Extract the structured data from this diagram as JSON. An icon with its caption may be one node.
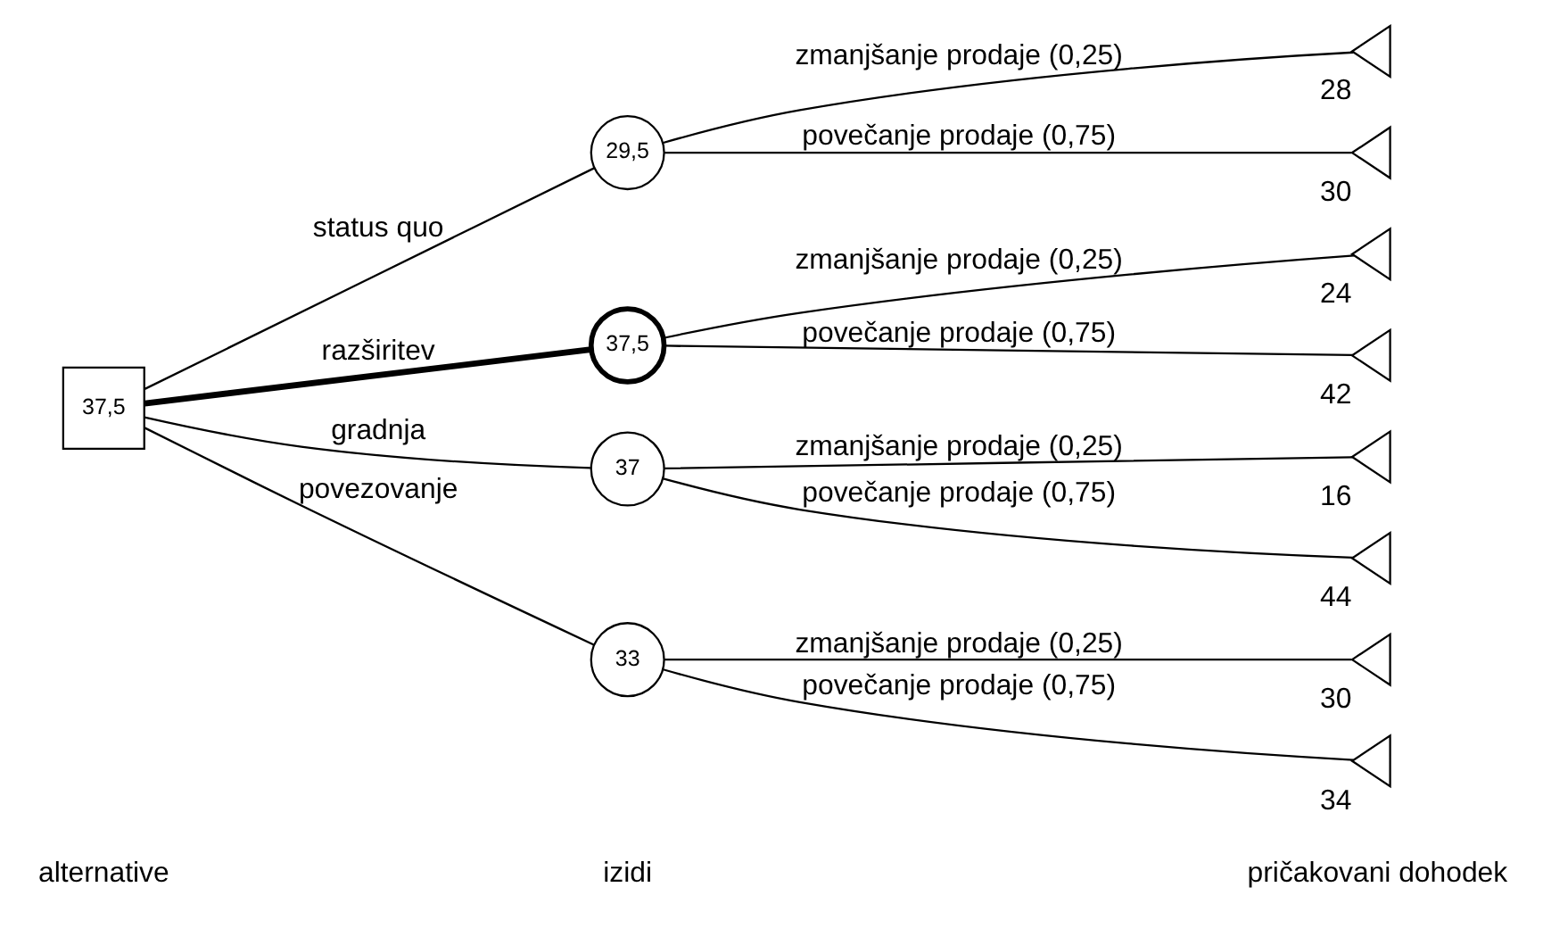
{
  "diagram": {
    "nodes": [
      {
        "text": [
          "37,5"
        ]
      },
      {
        "text": [
          "29,5"
        ]
      },
      {
        "text": [
          "37,5"
        ]
      },
      {
        "text": [
          "37"
        ]
      },
      {
        "text": [
          "33"
        ]
      },
      {
        "text": [],
        "shape": "triangle",
        "beside": [
          "28"
        ]
      },
      {
        "text": [],
        "shape": "triangle",
        "beside": [
          "30"
        ]
      },
      {
        "text": [],
        "shape": "triangle",
        "beside": [
          "24"
        ]
      },
      {
        "text": [],
        "shape": "triangle",
        "beside": [
          "42"
        ]
      },
      {
        "text": [],
        "shape": "triangle",
        "beside": [
          "16"
        ]
      },
      {
        "text": [],
        "shape": "triangle",
        "beside": [
          "44"
        ]
      },
      {
        "text": [],
        "shape": "triangle",
        "beside": [
          "30"
        ]
      },
      {
        "text": [],
        "shape": "triangle",
        "beside": [
          "34"
        ]
      }
    ],
    "edges": [
      {
        "from": 0,
        "to": 1,
        "arrow": "none",
        "label": "status quo"
      },
      {
        "from": 0,
        "to": 2,
        "arrow": "none",
        "label": "razširitev",
        "style": "thick"
      },
      {
        "from": 0,
        "to": 3,
        "arrow": "none",
        "label": "gradnja"
      },
      {
        "from": 0,
        "to": 4,
        "arrow": "none",
        "label": "povezovanje"
      },
      {
        "from": 1,
        "to": 5,
        "arrow": "none",
        "label": "zmanjšanje prodaje (0,25)"
      },
      {
        "from": 1,
        "to": 6,
        "arrow": "none",
        "label": "povečanje prodaje (0,75)"
      },
      {
        "from": 2,
        "to": 7,
        "arrow": "none",
        "label": "zmanjšanje prodaje (0,25)"
      },
      {
        "from": 2,
        "to": 8,
        "arrow": "none",
        "label": "povečanje prodaje (0,75)"
      },
      {
        "from": 3,
        "to": 9,
        "arrow": "none",
        "label": "zmanjšanje prodaje (0,25)"
      },
      {
        "from": 3,
        "to": 10,
        "arrow": "none",
        "label": "povečanje prodaje (0,75)"
      },
      {
        "from": 4,
        "to": 11,
        "arrow": "none",
        "label": "zmanjšanje prodaje (0,25)"
      },
      {
        "from": 4,
        "to": 12,
        "arrow": "none",
        "label": "povečanje prodaje (0,75)"
      }
    ],
    "labels": [
      "alternative",
      "izidi",
      "pričakovani dohodek"
    ]
  }
}
